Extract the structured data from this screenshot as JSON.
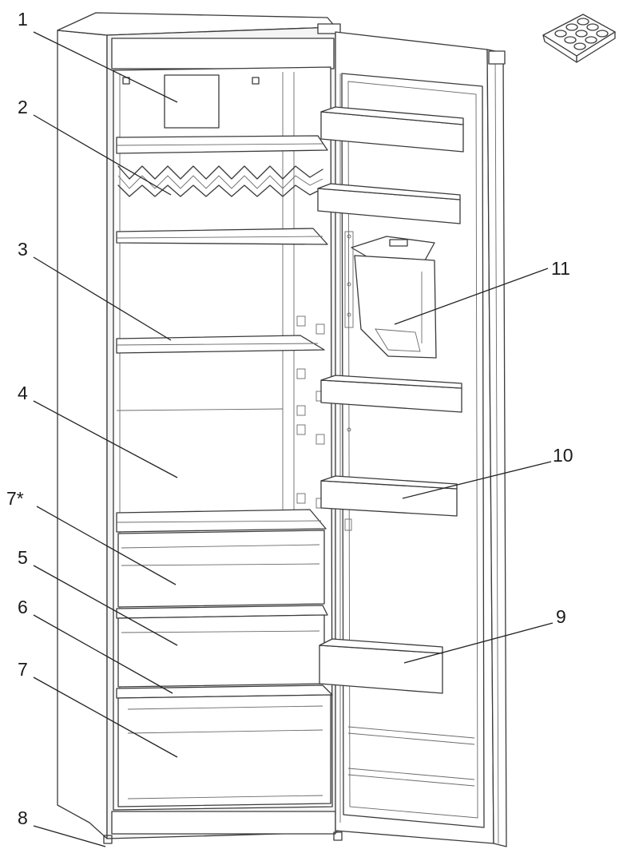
{
  "callouts": [
    {
      "id": "1",
      "text": "1"
    },
    {
      "id": "2",
      "text": "2"
    },
    {
      "id": "3",
      "text": "3"
    },
    {
      "id": "4",
      "text": "4"
    },
    {
      "id": "7s",
      "text": "7*"
    },
    {
      "id": "5",
      "text": "5"
    },
    {
      "id": "6",
      "text": "6"
    },
    {
      "id": "7",
      "text": "7"
    },
    {
      "id": "8",
      "text": "8"
    },
    {
      "id": "11",
      "text": "11"
    },
    {
      "id": "10",
      "text": "10"
    },
    {
      "id": "9",
      "text": "9"
    }
  ]
}
